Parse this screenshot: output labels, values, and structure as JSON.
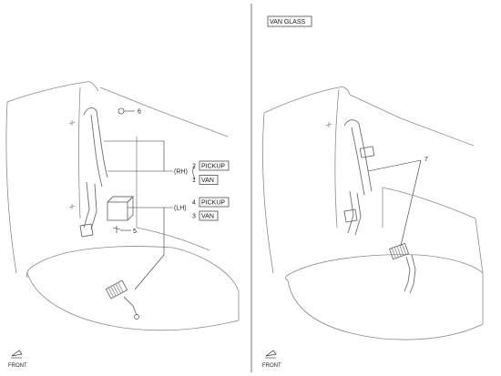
{
  "left_panel": {
    "callouts": {
      "part6": "6",
      "part5": "5",
      "rh_group": "(RH)",
      "lh_group": "(LH)",
      "rh_pickup_num": "2",
      "rh_pickup_label": "PICKUP",
      "rh_van_num": "1",
      "rh_van_label": "VAN",
      "lh_pickup_num": "4",
      "lh_pickup_label": "PICKUP",
      "lh_van_num": "3",
      "lh_van_label": "VAN"
    },
    "front_label": "FRONT"
  },
  "right_panel": {
    "title_box": "VAN GLASS",
    "callouts": {
      "part7": "7"
    },
    "front_label": "FRONT"
  }
}
